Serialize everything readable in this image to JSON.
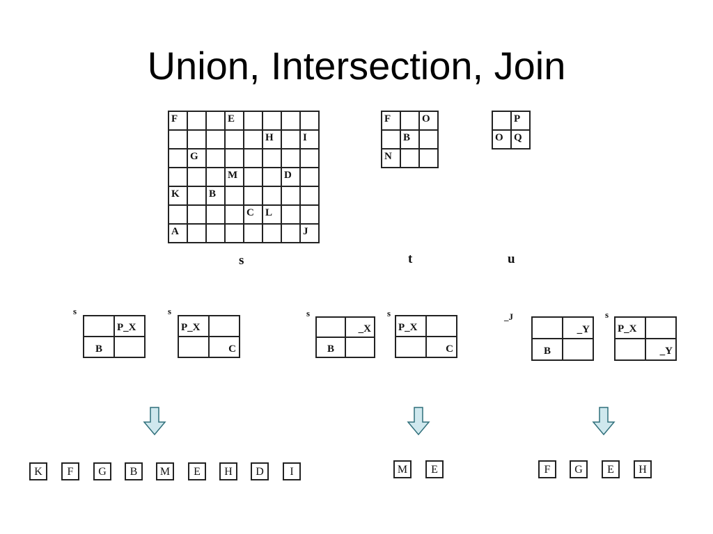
{
  "title": "Union, Intersection, Join",
  "grid_s": {
    "caption": "s",
    "rows": [
      [
        "F",
        "",
        "",
        "E",
        "",
        "",
        "",
        ""
      ],
      [
        "",
        "",
        "",
        "",
        "",
        "H",
        "",
        "I"
      ],
      [
        "",
        "G",
        "",
        "",
        "",
        "",
        "",
        ""
      ],
      [
        "",
        "",
        "",
        "M",
        "",
        "",
        "D",
        ""
      ],
      [
        "K",
        "",
        "B",
        "",
        "",
        "",
        "",
        ""
      ],
      [
        "",
        "",
        "",
        "",
        "C",
        "L",
        "",
        ""
      ],
      [
        "A",
        "",
        "",
        "",
        "",
        "",
        "",
        "J"
      ]
    ]
  },
  "grid_t": {
    "caption": "t",
    "rows": [
      [
        "F",
        "",
        "O"
      ],
      [
        "",
        "B",
        ""
      ],
      [
        "N",
        "",
        ""
      ]
    ]
  },
  "grid_u": {
    "caption": "u",
    "rows": [
      [
        "",
        "P"
      ],
      [
        "O",
        "Q"
      ]
    ]
  },
  "patterns": {
    "p1": {
      "label": "s",
      "cells": [
        "",
        "P_X",
        "B",
        ""
      ]
    },
    "p2": {
      "label": "s",
      "cells": [
        "P_X",
        "",
        "",
        "C"
      ]
    },
    "p3": {
      "label": "s",
      "cells": [
        "",
        "_X",
        "B",
        ""
      ]
    },
    "p4": {
      "label": "s",
      "cells": [
        "P_X",
        "",
        "",
        "C"
      ]
    },
    "p5": {
      "label": "_J",
      "cells": [
        "",
        "_Y",
        "B",
        ""
      ]
    },
    "p6": {
      "label": "s",
      "cells": [
        "P_X",
        "",
        "",
        "_Y"
      ]
    }
  },
  "results": {
    "union": [
      "K",
      "F",
      "G",
      "B",
      "M",
      "E",
      "H",
      "D",
      "I"
    ],
    "intersection": [
      "M",
      "E"
    ],
    "join": [
      "F",
      "G",
      "E",
      "H"
    ]
  }
}
